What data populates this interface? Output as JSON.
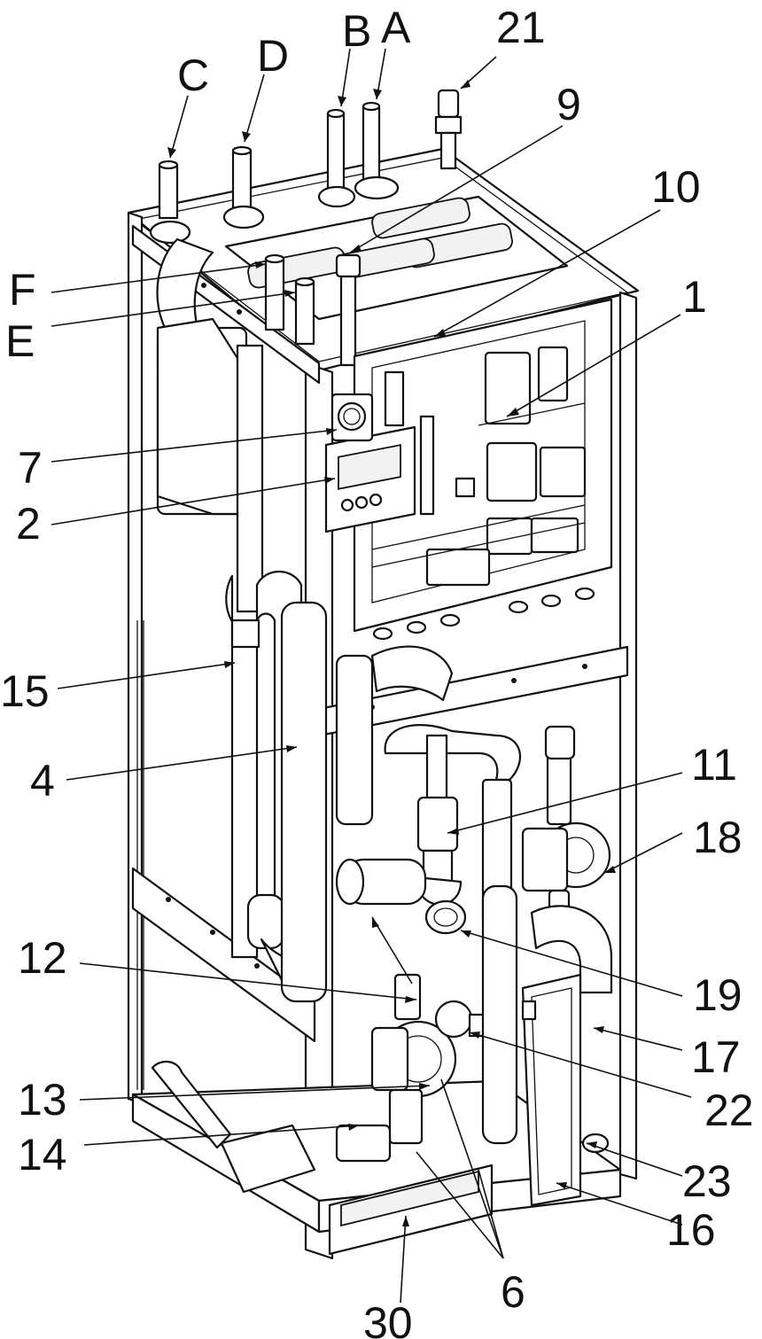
{
  "callouts": [
    {
      "id": "A",
      "text": "A"
    },
    {
      "id": "B",
      "text": "B"
    },
    {
      "id": "C",
      "text": "C"
    },
    {
      "id": "D",
      "text": "D"
    },
    {
      "id": "21",
      "text": "21"
    },
    {
      "id": "9",
      "text": "9"
    },
    {
      "id": "10",
      "text": "10"
    },
    {
      "id": "F",
      "text": "F"
    },
    {
      "id": "E",
      "text": "E"
    },
    {
      "id": "1",
      "text": "1"
    },
    {
      "id": "7",
      "text": "7"
    },
    {
      "id": "2",
      "text": "2"
    },
    {
      "id": "15",
      "text": "15"
    },
    {
      "id": "4",
      "text": "4"
    },
    {
      "id": "11",
      "text": "11"
    },
    {
      "id": "18",
      "text": "18"
    },
    {
      "id": "12",
      "text": "12"
    },
    {
      "id": "19",
      "text": "19"
    },
    {
      "id": "17",
      "text": "17"
    },
    {
      "id": "22",
      "text": "22"
    },
    {
      "id": "13",
      "text": "13"
    },
    {
      "id": "14",
      "text": "14"
    },
    {
      "id": "23",
      "text": "23"
    },
    {
      "id": "16",
      "text": "16"
    },
    {
      "id": "6",
      "text": "6"
    },
    {
      "id": "30",
      "text": "30"
    }
  ]
}
